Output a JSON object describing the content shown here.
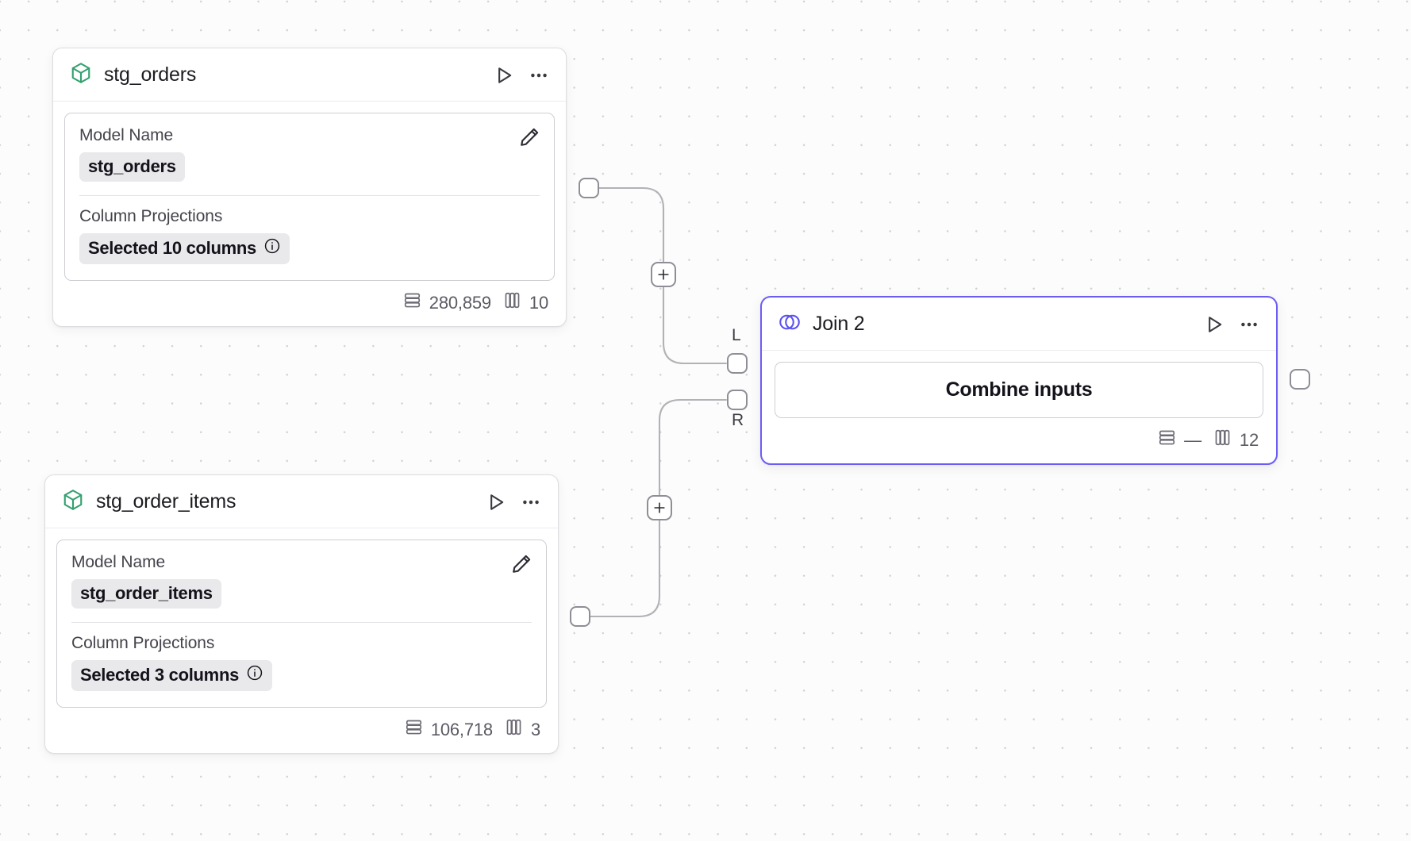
{
  "canvas": {
    "grid": "dot-grid",
    "background_color": "#fcfcfc",
    "dot_color": "#d2d0d4"
  },
  "nodes": [
    {
      "id": "stg_orders",
      "type": "model",
      "icon": "cube-icon",
      "icon_color": "#34a06f",
      "title": "stg_orders",
      "selected": false,
      "actions": {
        "run": "run-icon",
        "more": "more-options-icon"
      },
      "fields": {
        "model_name_label": "Model Name",
        "model_name_value": "stg_orders",
        "column_projections_label": "Column Projections",
        "column_projections_value": "Selected 10 columns",
        "info_icon": "info-icon",
        "edit_icon": "pencil-icon"
      },
      "stats": {
        "rows_icon": "rows-icon",
        "rows": "280,859",
        "columns_icon": "columns-icon",
        "columns": "10"
      }
    },
    {
      "id": "stg_order_items",
      "type": "model",
      "icon": "cube-icon",
      "icon_color": "#34a06f",
      "title": "stg_order_items",
      "selected": false,
      "actions": {
        "run": "run-icon",
        "more": "more-options-icon"
      },
      "fields": {
        "model_name_label": "Model Name",
        "model_name_value": "stg_order_items",
        "column_projections_label": "Column Projections",
        "column_projections_value": "Selected 3 columns",
        "info_icon": "info-icon",
        "edit_icon": "pencil-icon"
      },
      "stats": {
        "rows_icon": "rows-icon",
        "rows": "106,718",
        "columns_icon": "columns-icon",
        "columns": "3"
      }
    },
    {
      "id": "join_2",
      "type": "join",
      "icon": "venn-icon",
      "icon_color": "#5b52f0",
      "title": "Join 2",
      "selected": true,
      "selected_border_color": "#6b5cf6",
      "actions": {
        "run": "run-icon",
        "more": "more-options-icon"
      },
      "body": {
        "combine_button": "Combine inputs"
      },
      "inputs": {
        "left_label": "L",
        "right_label": "R"
      },
      "stats": {
        "rows_icon": "rows-icon",
        "rows": "—",
        "columns_icon": "columns-icon",
        "columns": "12"
      }
    }
  ],
  "edges": [
    {
      "from": "stg_orders",
      "to": "join_2.L",
      "add_button": "+"
    },
    {
      "from": "stg_order_items",
      "to": "join_2.R",
      "add_button": "+"
    }
  ]
}
